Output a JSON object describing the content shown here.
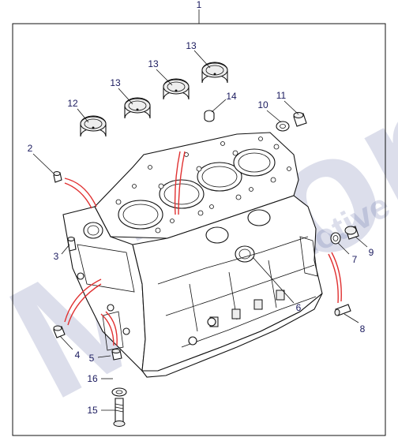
{
  "diagram": {
    "callouts": [
      {
        "id": "c1",
        "label": "1"
      },
      {
        "id": "c2",
        "label": "2"
      },
      {
        "id": "c3",
        "label": "3"
      },
      {
        "id": "c4",
        "label": "4"
      },
      {
        "id": "c5",
        "label": "5"
      },
      {
        "id": "c6",
        "label": "6"
      },
      {
        "id": "c7",
        "label": "7"
      },
      {
        "id": "c8",
        "label": "8"
      },
      {
        "id": "c9",
        "label": "9"
      },
      {
        "id": "c10",
        "label": "10"
      },
      {
        "id": "c11",
        "label": "11"
      },
      {
        "id": "c12",
        "label": "12"
      },
      {
        "id": "c13a",
        "label": "13"
      },
      {
        "id": "c13b",
        "label": "13"
      },
      {
        "id": "c13c",
        "label": "13"
      },
      {
        "id": "c14",
        "label": "14"
      },
      {
        "id": "c15",
        "label": "15"
      },
      {
        "id": "c16",
        "label": "16"
      }
    ],
    "watermark": {
      "main": "Milton",
      "secondary": "motive"
    },
    "colors": {
      "callout": "#1a1a5e",
      "highlight": "#e03030",
      "watermark": "#2b3a88"
    }
  }
}
